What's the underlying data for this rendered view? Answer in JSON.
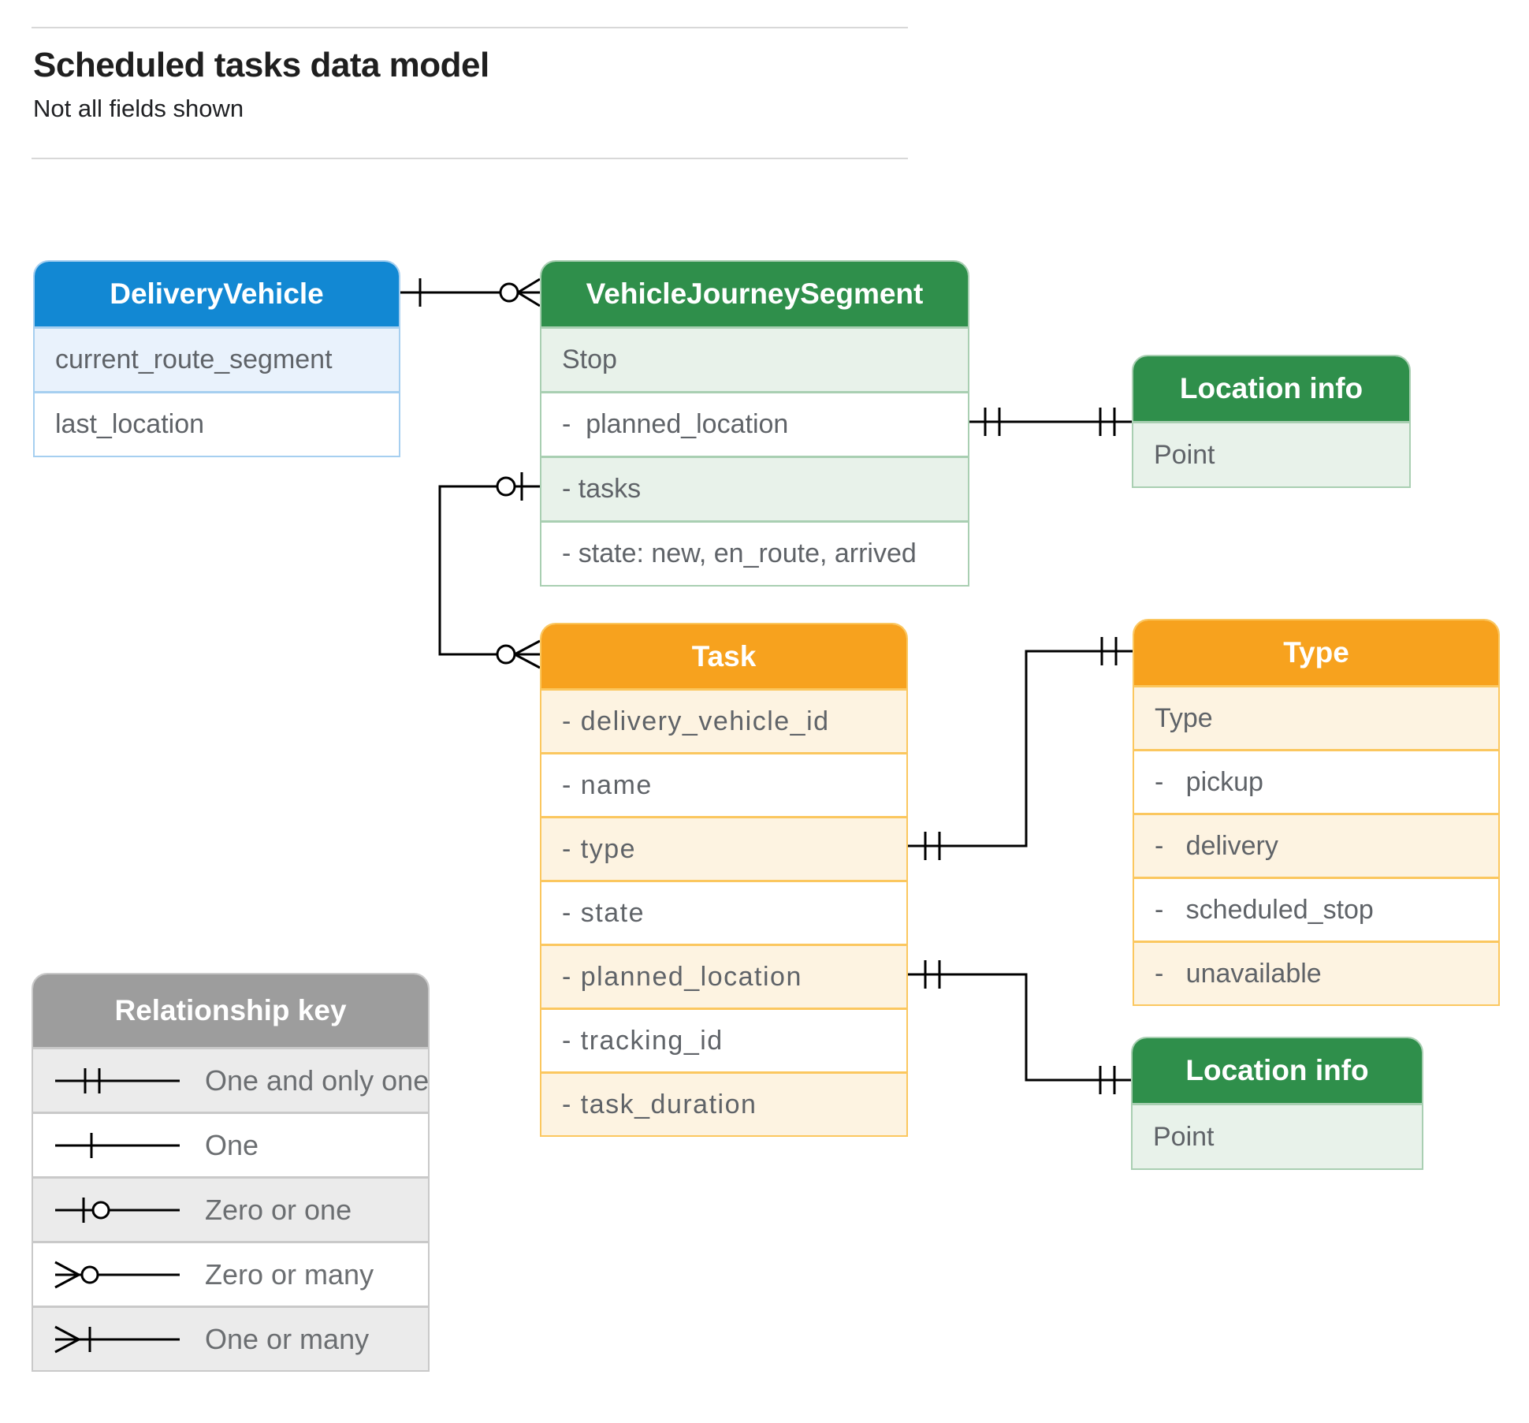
{
  "page": {
    "title": "Scheduled tasks data model",
    "subtitle": "Not all fields shown"
  },
  "tables": {
    "delivery_vehicle": {
      "title": "DeliveryVehicle",
      "rows": [
        "current_route_segment",
        "last_location"
      ]
    },
    "vehicle_journey_segment": {
      "title": "VehicleJourneySegment",
      "rows": [
        "Stop",
        "-  planned_location",
        "- tasks",
        "- state: new, en_route, arrived"
      ]
    },
    "location_info_top": {
      "title": "Location info",
      "rows": [
        "Point"
      ]
    },
    "task": {
      "title": "Task",
      "rows": [
        "- delivery_vehicle_id",
        "- name",
        "- type",
        "- state",
        "- planned_location",
        "- tracking_id",
        "- task_duration"
      ]
    },
    "type": {
      "title": "Type",
      "rows": [
        "Type",
        "-   pickup",
        "-   delivery",
        "-   scheduled_stop",
        "-   unavailable"
      ]
    },
    "location_info_bottom": {
      "title": "Location info",
      "rows": [
        "Point"
      ]
    }
  },
  "legend": {
    "title": "Relationship key",
    "items": [
      "One and only one",
      "One",
      "Zero or one",
      "Zero or many",
      "One or many"
    ]
  },
  "relationships": [
    {
      "from": "DeliveryVehicle",
      "to": "VehicleJourneySegment",
      "from_cardinality": "one",
      "to_cardinality": "zero or many"
    },
    {
      "from": "VehicleJourneySegment.planned_location",
      "to": "Location info",
      "from_cardinality": "one and only one",
      "to_cardinality": "one and only one"
    },
    {
      "from": "VehicleJourneySegment.tasks",
      "to": "Task",
      "from_cardinality": "zero or one",
      "to_cardinality": "zero or many"
    },
    {
      "from": "Task.type",
      "to": "Type",
      "from_cardinality": "one and only one",
      "to_cardinality": "one and only one"
    },
    {
      "from": "Task.planned_location",
      "to": "Location info",
      "from_cardinality": "one and only one",
      "to_cardinality": "one and only one"
    }
  ],
  "colors": {
    "blue_header": "#1288D3",
    "blue_row": "#E9F2FC",
    "green_header": "#2F8F4B",
    "green_row": "#E8F2EA",
    "orange_header": "#F7A21E",
    "orange_row": "#FDF3E1",
    "gray_header": "#9D9D9D",
    "gray_row": "#EBEBEB",
    "row_text": "#5F6368",
    "connector": "#000000"
  }
}
